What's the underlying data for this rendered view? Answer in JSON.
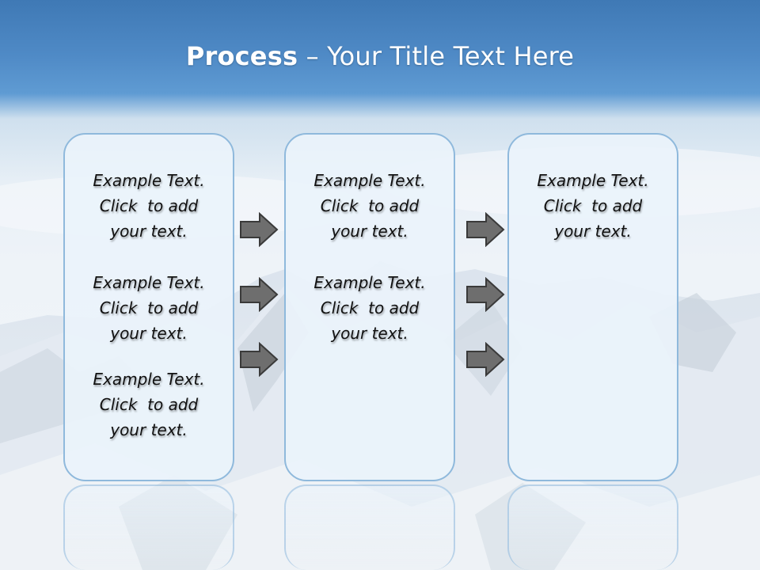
{
  "slide": {
    "title_bold": "Process",
    "title_rest": " – Your Title Text Here"
  },
  "columns": [
    {
      "items": [
        {
          "line1": "Example Text.",
          "line2": "Click  to add",
          "line3": "your text."
        },
        {
          "line1": "Example Text.",
          "line2": "Click  to add",
          "line3": "your text."
        },
        {
          "line1": "Example Text.",
          "line2": "Click  to add",
          "line3": "your text."
        }
      ]
    },
    {
      "items": [
        {
          "line1": "Example Text.",
          "line2": "Click  to add",
          "line3": "your text."
        },
        {
          "line1": "Example Text.",
          "line2": "Click  to add",
          "line3": "your text."
        }
      ]
    },
    {
      "items": [
        {
          "line1": "Example Text.",
          "line2": "Click  to add",
          "line3": "your text."
        }
      ]
    }
  ],
  "colors": {
    "arrow_fill": "#6e6e6e",
    "arrow_stroke": "#3a3a3a",
    "card_border": "#8fb9dc"
  }
}
